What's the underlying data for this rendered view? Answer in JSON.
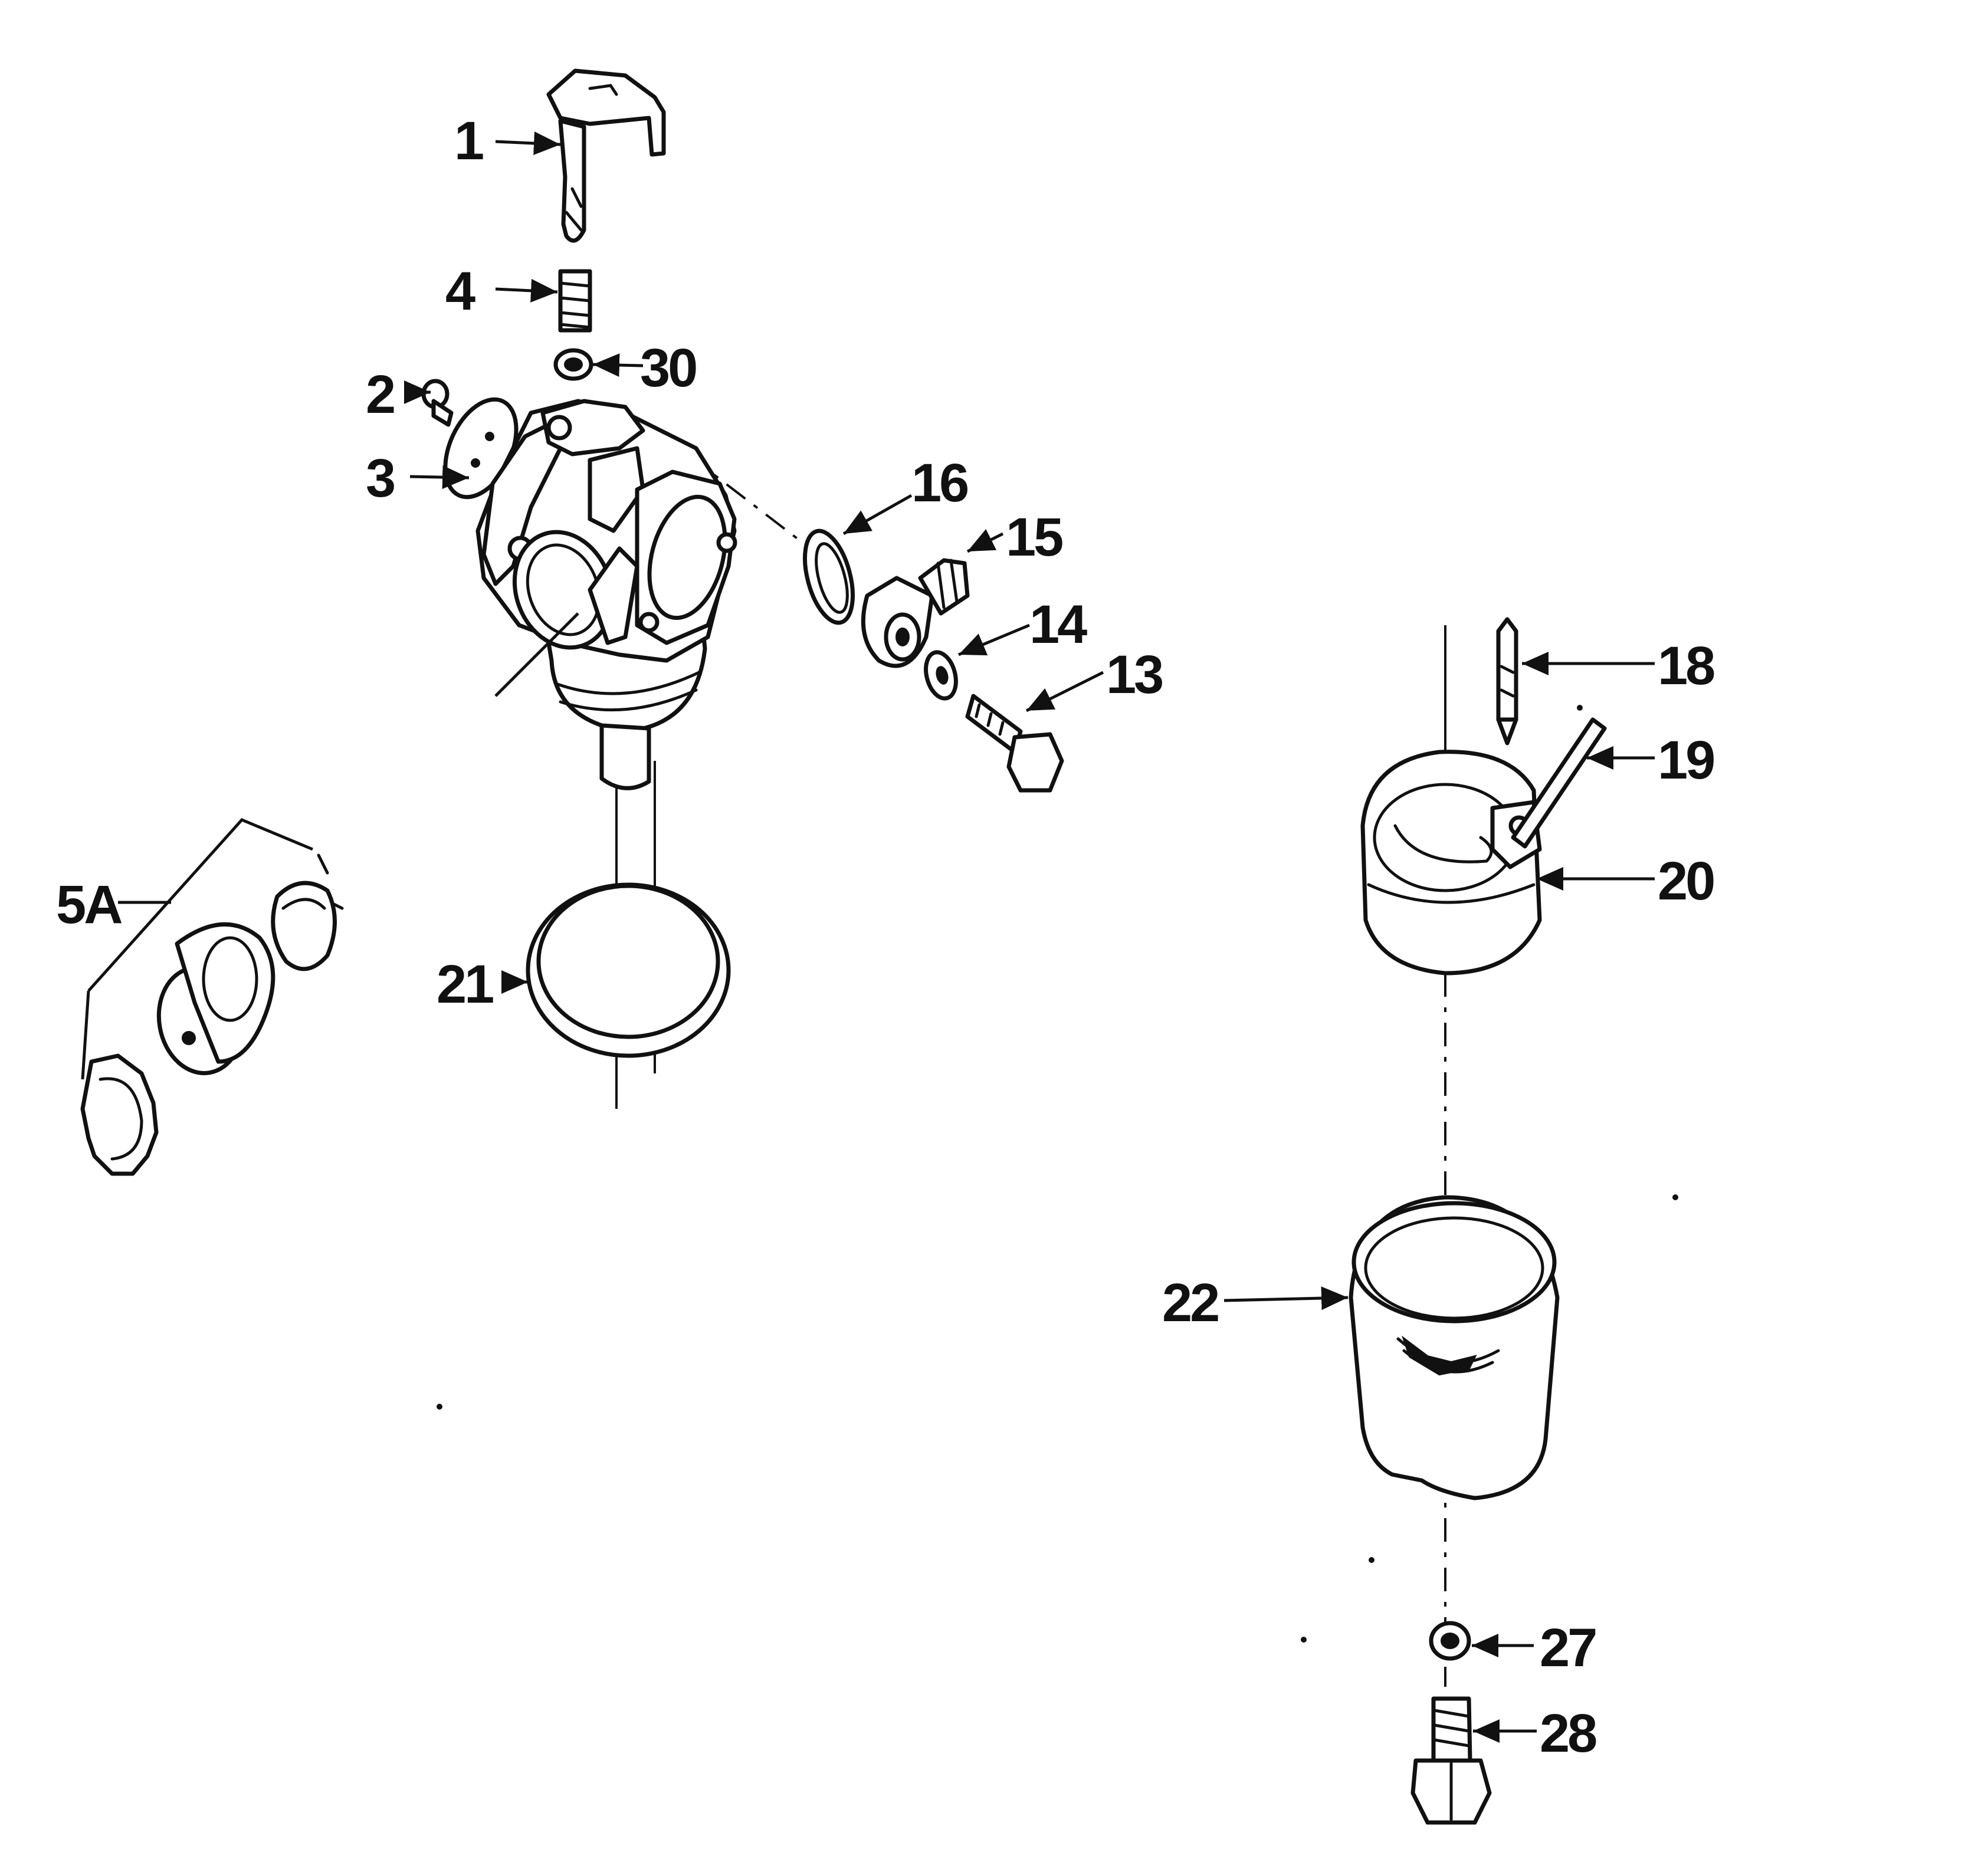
{
  "callouts": {
    "c1": "1",
    "c2": "2",
    "c3": "3",
    "c4": "4",
    "c30": "30",
    "c5a": "5A",
    "c13": "13",
    "c14": "14",
    "c15": "15",
    "c16": "16",
    "c18": "18",
    "c19": "19",
    "c20": "20",
    "c21": "21",
    "c22": "22",
    "c27": "27",
    "c28": "28"
  },
  "colors": {
    "ink": "#111111",
    "paper": "#ffffff"
  }
}
